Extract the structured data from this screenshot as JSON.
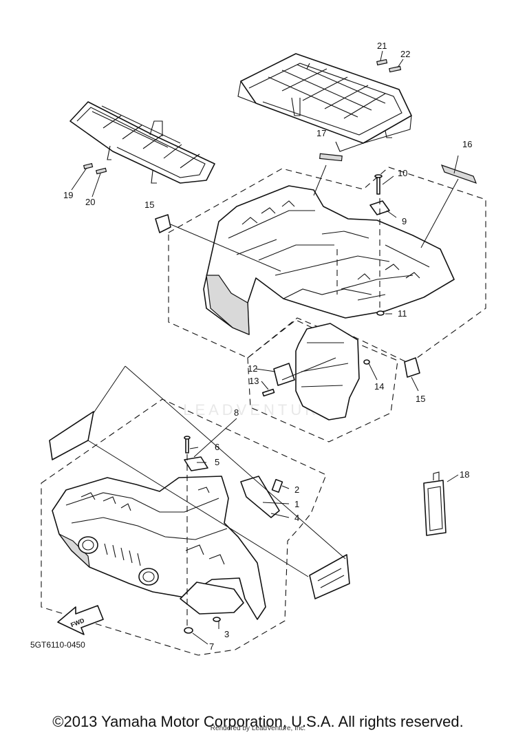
{
  "diagram": {
    "drawing_code": "5GT6110-0450",
    "copyright": "©2013 Yamaha Motor Corporation, U.S.A. All rights reserved.",
    "rendered_by": "Rendered by LeadVenture, Inc.",
    "watermark": "LEADVENTURE",
    "fwd_label": "FWD",
    "callouts": [
      "1",
      "2",
      "3",
      "4",
      "5",
      "6",
      "7",
      "8",
      "9",
      "10",
      "11",
      "12",
      "13",
      "14",
      "15",
      "15",
      "16",
      "17",
      "18",
      "19",
      "20",
      "21",
      "22"
    ]
  }
}
